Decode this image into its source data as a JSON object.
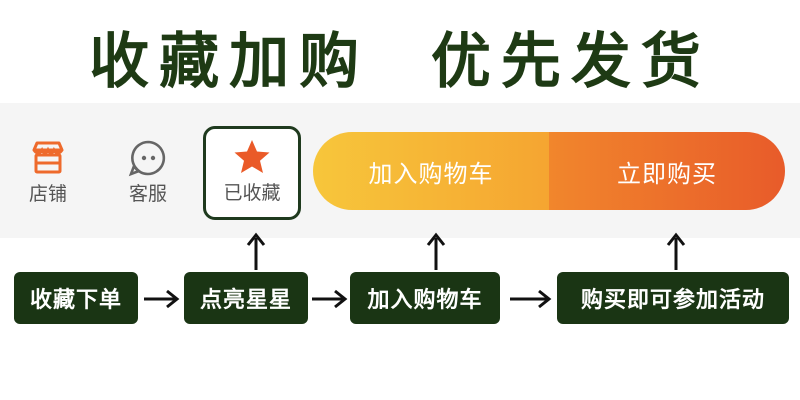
{
  "headline": "收藏加购  优先发货",
  "toolbar": {
    "shop_label": "店铺",
    "service_label": "客服",
    "favorite_label": "已收藏",
    "add_cart_label": "加入购物车",
    "buy_now_label": "立即购买",
    "icon_names": [
      "store-icon",
      "chat-face-icon",
      "star-icon"
    ]
  },
  "steps": {
    "step1": "收藏下单",
    "step2": "点亮星星",
    "step3": "加入购物车",
    "step4": "购买即可参加活动"
  },
  "colors": {
    "headline": "#1e3a14",
    "step_bg": "#1a3514",
    "accent_orange": "#ee6a2c",
    "cart_gradient_start": "#f7c63b",
    "buy_gradient_end": "#e85b2a",
    "star": "#ea5a28"
  }
}
